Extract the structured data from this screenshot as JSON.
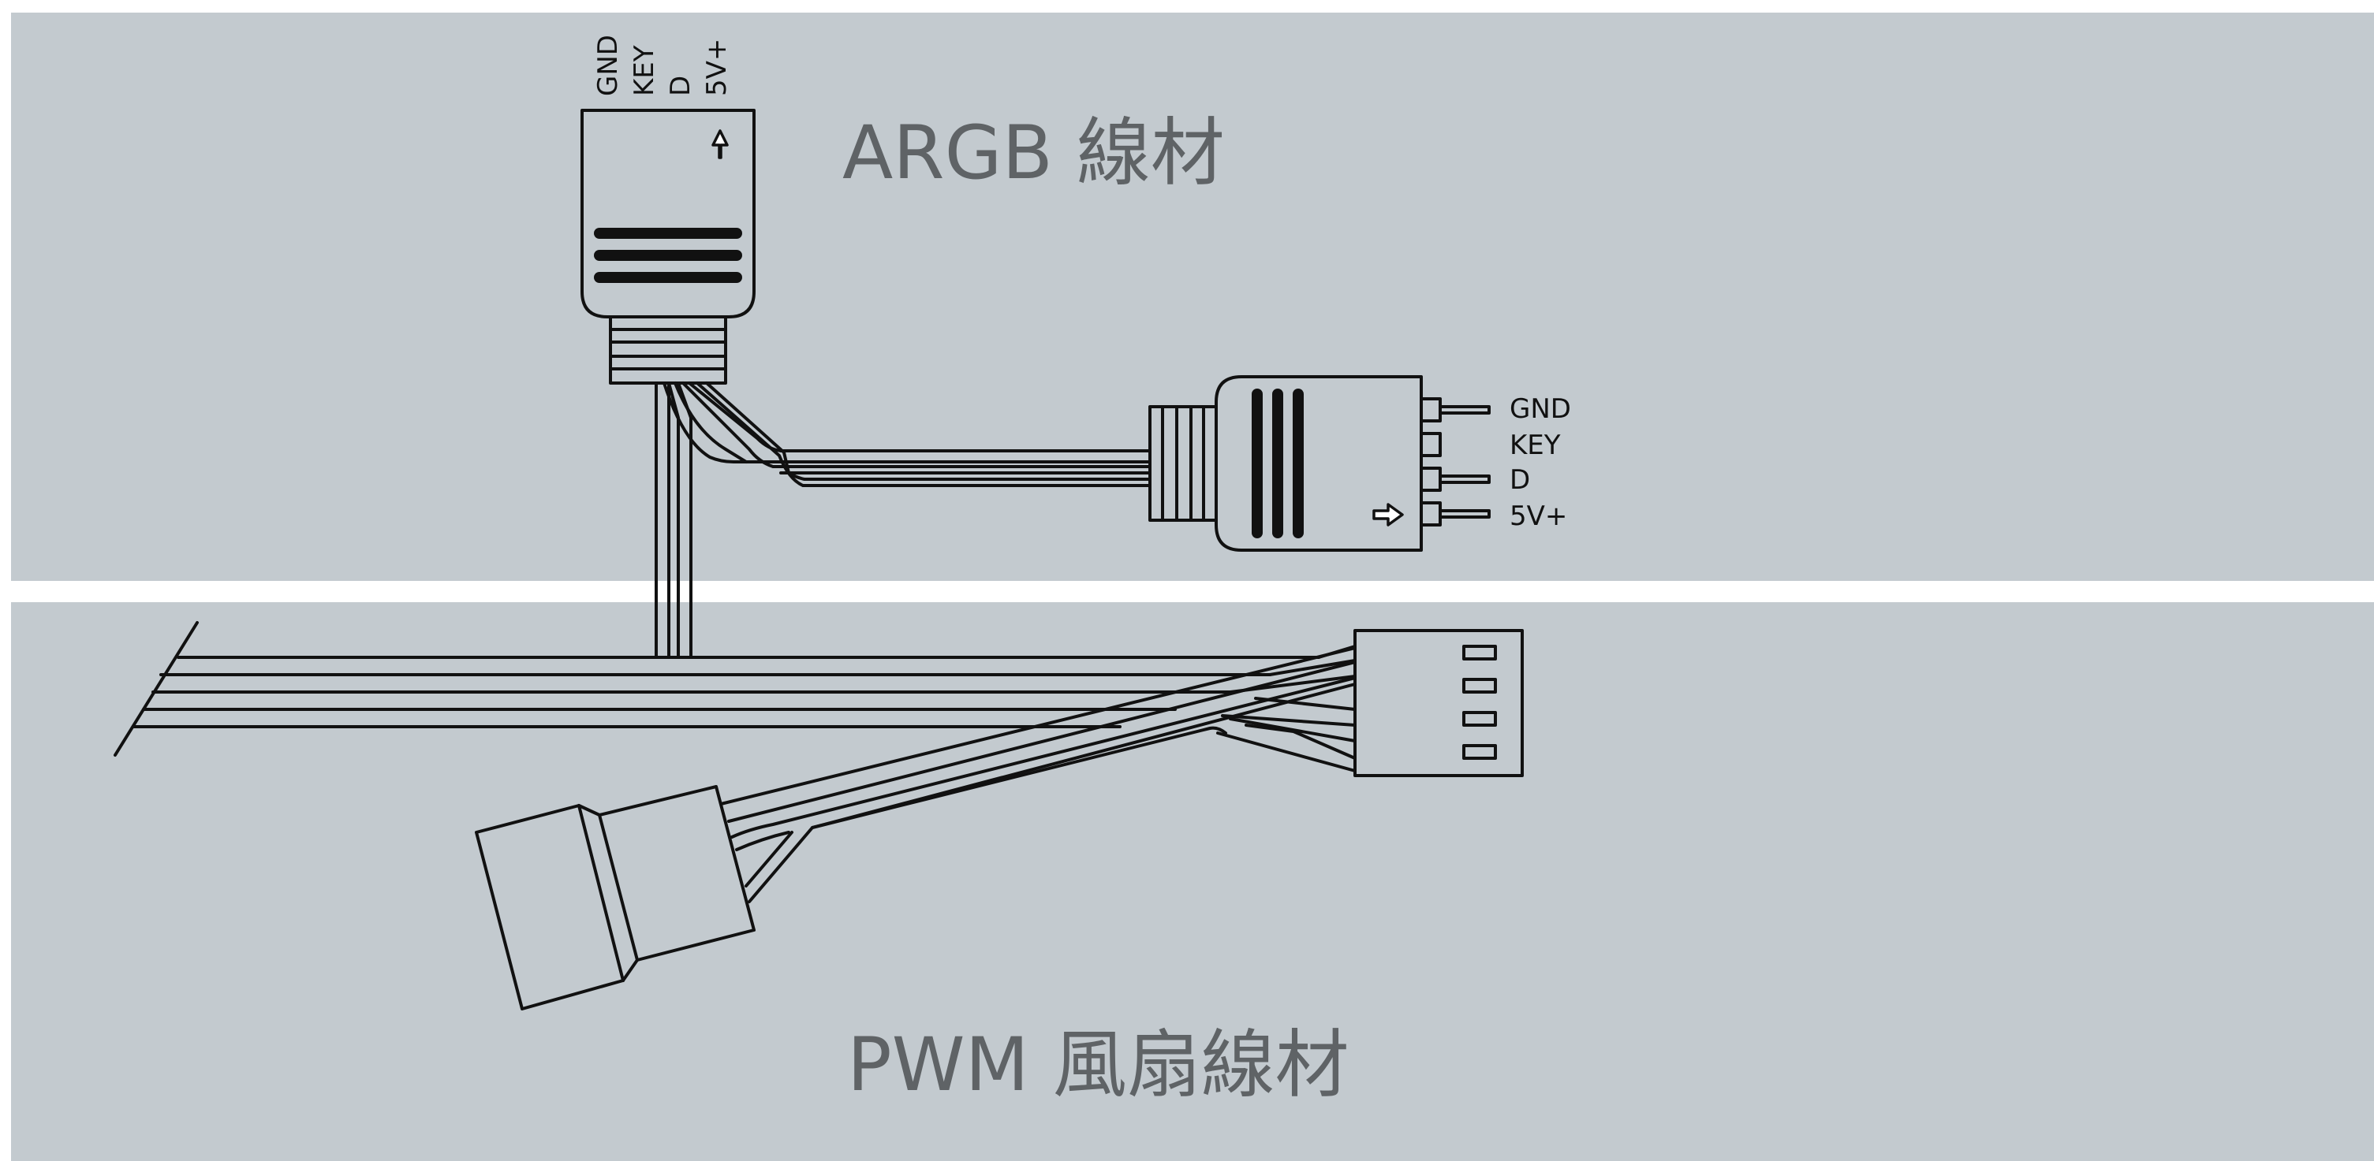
{
  "colors": {
    "panel_bg": "#c3cacf",
    "title": "#5f6366",
    "line": "#111111",
    "gap": "#ffffff"
  },
  "top_section": {
    "title": "ARGB 線材"
  },
  "bottom_section": {
    "title": "PWM 風扇線材"
  },
  "argb_top_connector": {
    "pins": [
      "GND",
      "KEY",
      "D",
      "5V+"
    ],
    "arrow_icon": "up-arrow-icon"
  },
  "argb_side_connector": {
    "pins": [
      "GND",
      "KEY",
      "D",
      "5V+"
    ],
    "arrow_icon": "right-arrow-icon"
  }
}
